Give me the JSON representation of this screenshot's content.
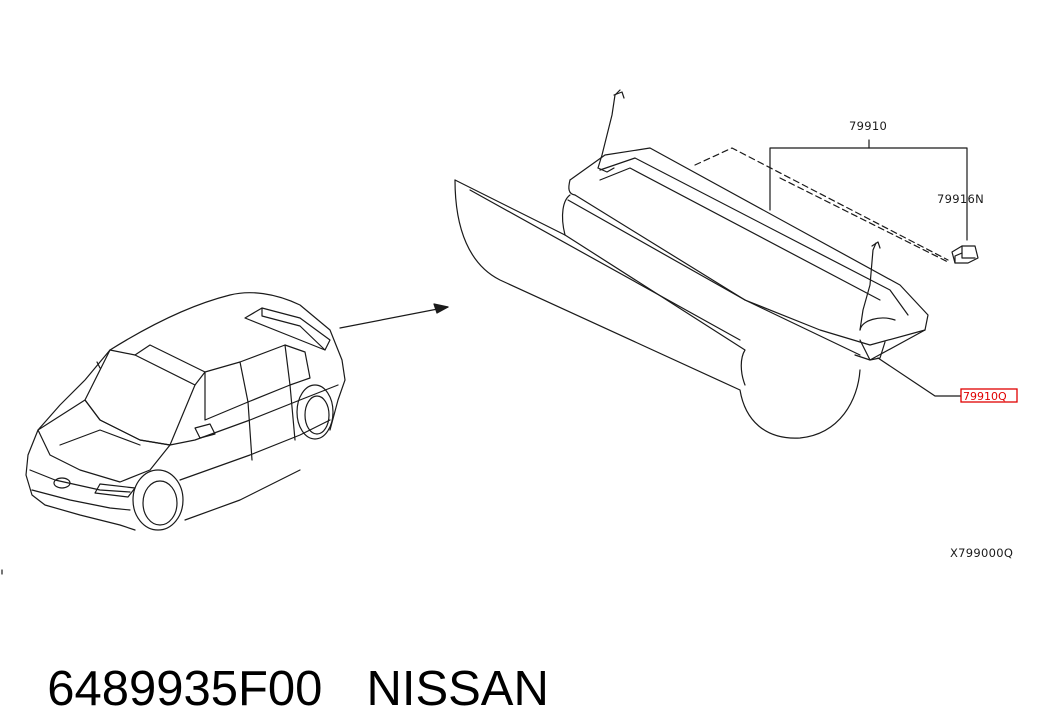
{
  "diagram": {
    "labels": {
      "assembly": "79910",
      "clip": "79916N",
      "highlighted_part": "79910Q",
      "reference": "X799000Q"
    },
    "highlight_color": "#e00000",
    "line_color": "#1a1a1a"
  },
  "caption": {
    "part_number": "6489935F00",
    "brand": "NISSAN"
  }
}
